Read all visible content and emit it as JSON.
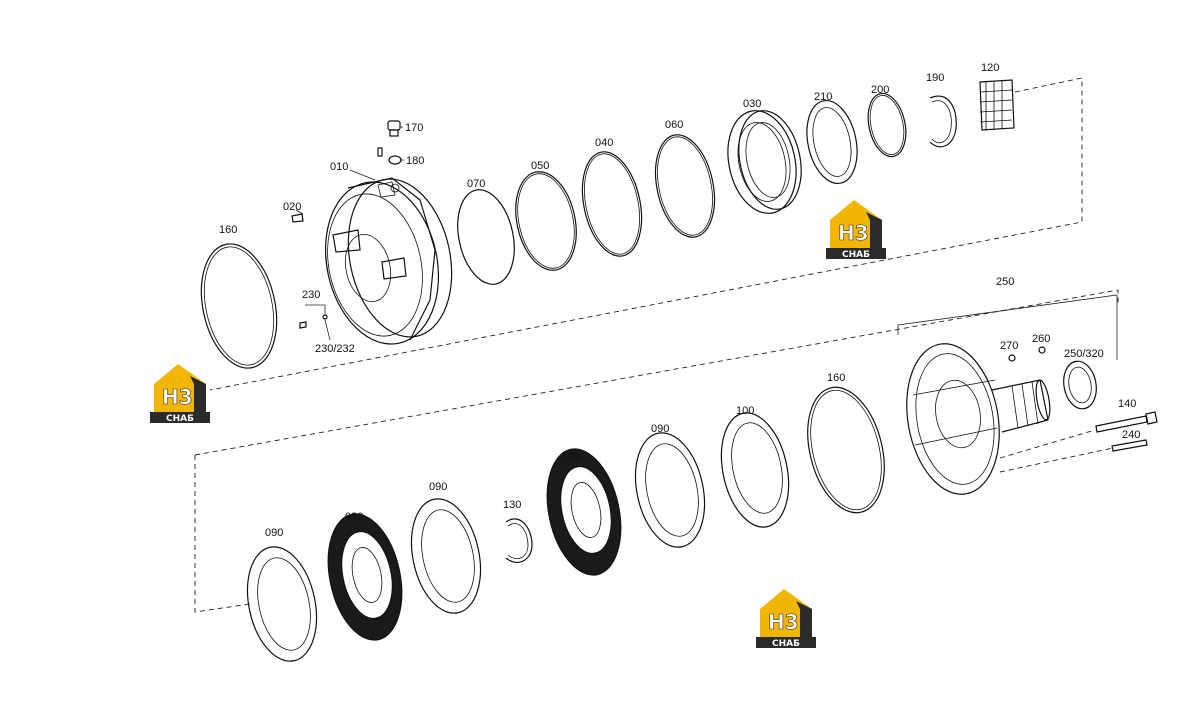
{
  "labels": {
    "p170": "170",
    "p010": "010",
    "p180": "180",
    "p020": "020",
    "p160a": "160",
    "p230": "230",
    "p230_232": "230/232",
    "p070": "070",
    "p050": "050",
    "p040": "040",
    "p060": "060",
    "p030": "030",
    "p210": "210",
    "p200": "200",
    "p190": "190",
    "p120": "120",
    "p250": "250",
    "p270": "270",
    "p260": "260",
    "p250_320": "250/320",
    "p160b": "160",
    "p100": "100",
    "p090a": "090",
    "p080a": "080",
    "p130": "130",
    "p090b": "090",
    "p080b": "080",
    "p090c": "090",
    "p140": "140",
    "p240": "240"
  },
  "logo": {
    "letters": "H3",
    "caption": "СНАБ",
    "colors": {
      "yellow": "#F2B705",
      "dark": "#2B2B2B",
      "white": "#ffffff"
    }
  },
  "colors": {
    "line": "#111111",
    "background": "#ffffff"
  }
}
